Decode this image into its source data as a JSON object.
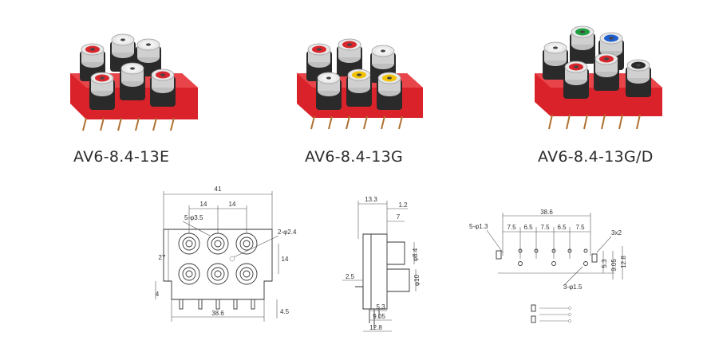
{
  "products": [
    {
      "model": "AV6-8.4-13E",
      "jack_colors": [
        "#d8262c",
        "#f2f2f2",
        "#f2f2f2",
        "#d8262c",
        "#f2f2f2",
        "#d8262c"
      ]
    },
    {
      "model": "AV6-8.4-13G",
      "jack_colors": [
        "#d8262c",
        "#d8262c",
        "#f2f2f2",
        "#f2f2f2",
        "#f2c200",
        "#f2c200"
      ]
    },
    {
      "model": "AV6-8.4-13G/D",
      "jack_colors": [
        "#f2f2f2",
        "#1e9e3e",
        "#1f5fd0",
        "#d8262c",
        "#d8262c",
        "#2a2a2a"
      ]
    }
  ],
  "colors": {
    "housing": "#d9222a",
    "housing_dark": "#a8171d",
    "metal": "#d7d7d7",
    "black_insert": "#2a2a2a"
  },
  "drawing_front": {
    "overall_width": "41",
    "pitch_left": "14",
    "pitch_right": "14",
    "hole_spec": "5-φ3.5",
    "hole_spec_2": "2-φ2.4",
    "height": "27",
    "row_pitch": "14",
    "bottom_offset": "4",
    "bottom_width": "38.6",
    "pin_length": "4.5"
  },
  "drawing_side": {
    "depth": "13.3",
    "top_offset": "1.2",
    "step": "7",
    "diameter_top": "φ8.4",
    "diameter_bottom": "φ10",
    "left_offset": "2.5",
    "pin_a": "5.3",
    "pin_b": "9.05",
    "pin_c": "12.8"
  },
  "drawing_pcb": {
    "overall": "38.6",
    "hole_spec": "5-φ1.3",
    "spacings": [
      "7.5",
      "6.5",
      "7.5",
      "6.5",
      "7.5"
    ],
    "slot_spec": "3x2",
    "v1": "5.3",
    "v2": "9.05",
    "v3": "12.8",
    "hole_spec_2": "3-φ1.5"
  }
}
